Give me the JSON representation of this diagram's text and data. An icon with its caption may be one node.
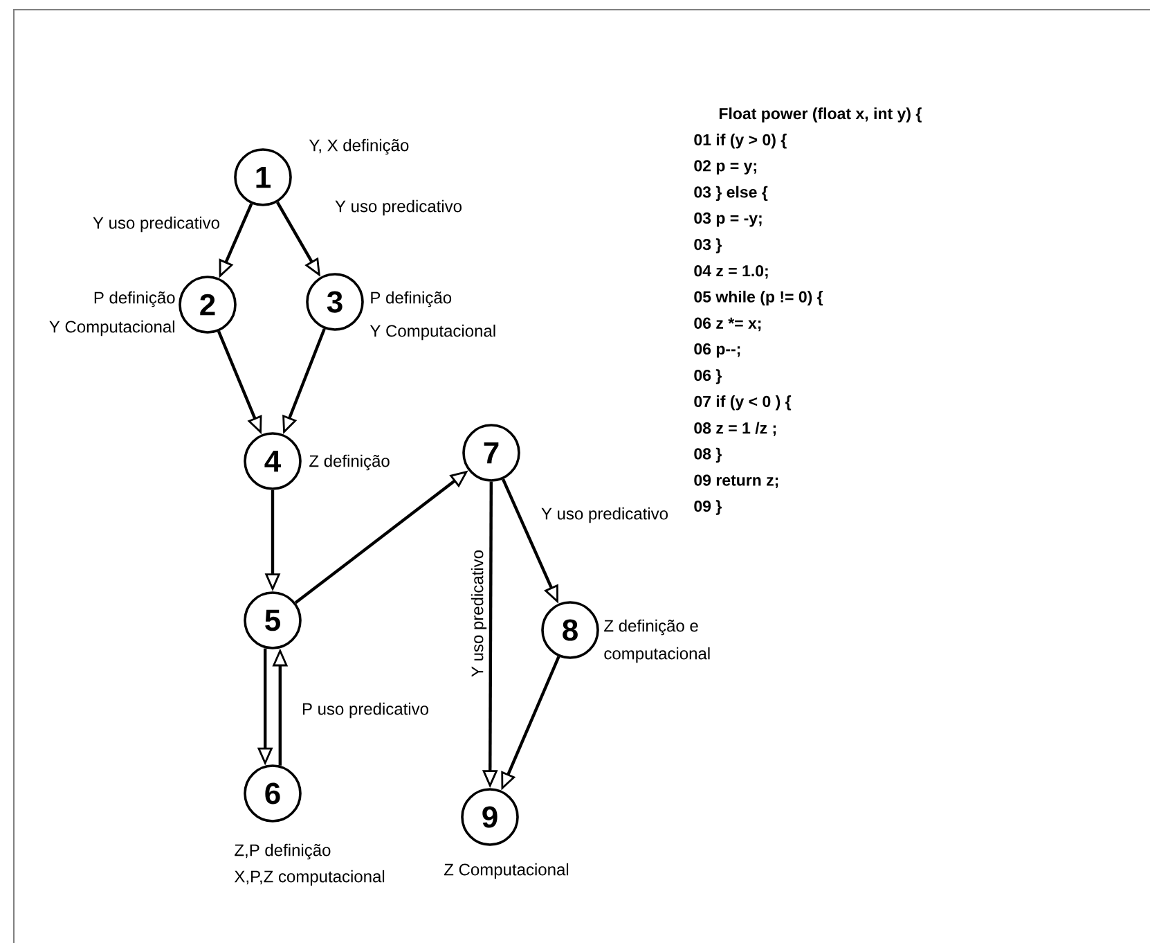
{
  "diagram": {
    "nodes": [
      {
        "text": [
          "1"
        ],
        "beside": [
          "Y, X definição"
        ]
      },
      {
        "text": [
          "2"
        ],
        "beside": [
          "P definição",
          "Y Computacional"
        ]
      },
      {
        "text": [
          "3"
        ],
        "beside": [
          "P definição",
          "Y Computacional"
        ]
      },
      {
        "text": [
          "4"
        ],
        "beside": [
          "Z definição"
        ]
      },
      {
        "text": [
          "5"
        ]
      },
      {
        "text": [
          "6"
        ],
        "beside": [
          "Z,P definição",
          "X,P,Z computacional"
        ]
      },
      {
        "text": [
          "7"
        ]
      },
      {
        "text": [
          "8"
        ],
        "beside": [
          "Z definição e",
          "computacional"
        ]
      },
      {
        "text": [
          "9"
        ],
        "beside": [
          "Z Computacional"
        ]
      }
    ],
    "edges": [
      {
        "from": 0,
        "to": 1,
        "arrow": "to",
        "label": "Y uso predicativo"
      },
      {
        "from": 0,
        "to": 2,
        "arrow": "to",
        "label": "Y uso predicativo"
      },
      {
        "from": 1,
        "to": 3,
        "arrow": "to"
      },
      {
        "from": 2,
        "to": 3,
        "arrow": "to"
      },
      {
        "from": 3,
        "to": 4,
        "arrow": "to"
      },
      {
        "from": 4,
        "to": 6,
        "arrow": "to"
      },
      {
        "from": 4,
        "to": 5,
        "arrow": "to"
      },
      {
        "from": 5,
        "to": 4,
        "arrow": "to",
        "label": "P uso predicativo"
      },
      {
        "from": 6,
        "to": 7,
        "arrow": "to",
        "label": "Y uso predicativo"
      },
      {
        "from": 6,
        "to": 8,
        "arrow": "to",
        "label": "Y uso predicativo"
      },
      {
        "from": 7,
        "to": 8,
        "arrow": "to"
      }
    ],
    "labels": [
      "Float power (float x, int y) {",
      "01 if (y > 0) {",
      "02 p = y;",
      "03 } else {",
      "03 p = -y;",
      "03 }",
      "04 z = 1.0;",
      "05 while (p != 0) {",
      "06 z *= x;",
      "06 p--;",
      "06 }",
      "07 if (y < 0 ) {",
      "08 z = 1 /z ;",
      "08 }",
      "09 return z;",
      "09 }"
    ]
  }
}
